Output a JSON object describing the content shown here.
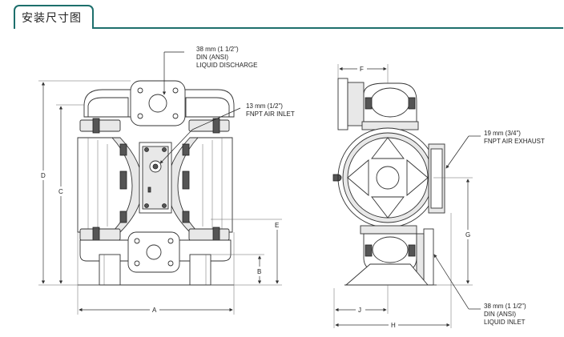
{
  "header": {
    "title": "安装尺寸图"
  },
  "callouts": {
    "discharge": [
      "38 mm (1 1/2\")",
      "DIN (ANSI)",
      "LIQUID DISCHARGE"
    ],
    "air_inlet": [
      "13 mm (1/2\")",
      "FNPT AIR INLET"
    ],
    "air_exhaust": [
      "19 mm (3/4\")",
      "FNPT AIR EXHAUST"
    ],
    "liquid_inlet": [
      "38 mm (1 1/2\")",
      "DIN (ANSI)",
      "LIQUID INLET"
    ]
  },
  "dimensions": {
    "A": "A",
    "B": "B",
    "C": "C",
    "D": "D",
    "E": "E",
    "F": "F",
    "G": "G",
    "H": "H",
    "J": "J"
  }
}
